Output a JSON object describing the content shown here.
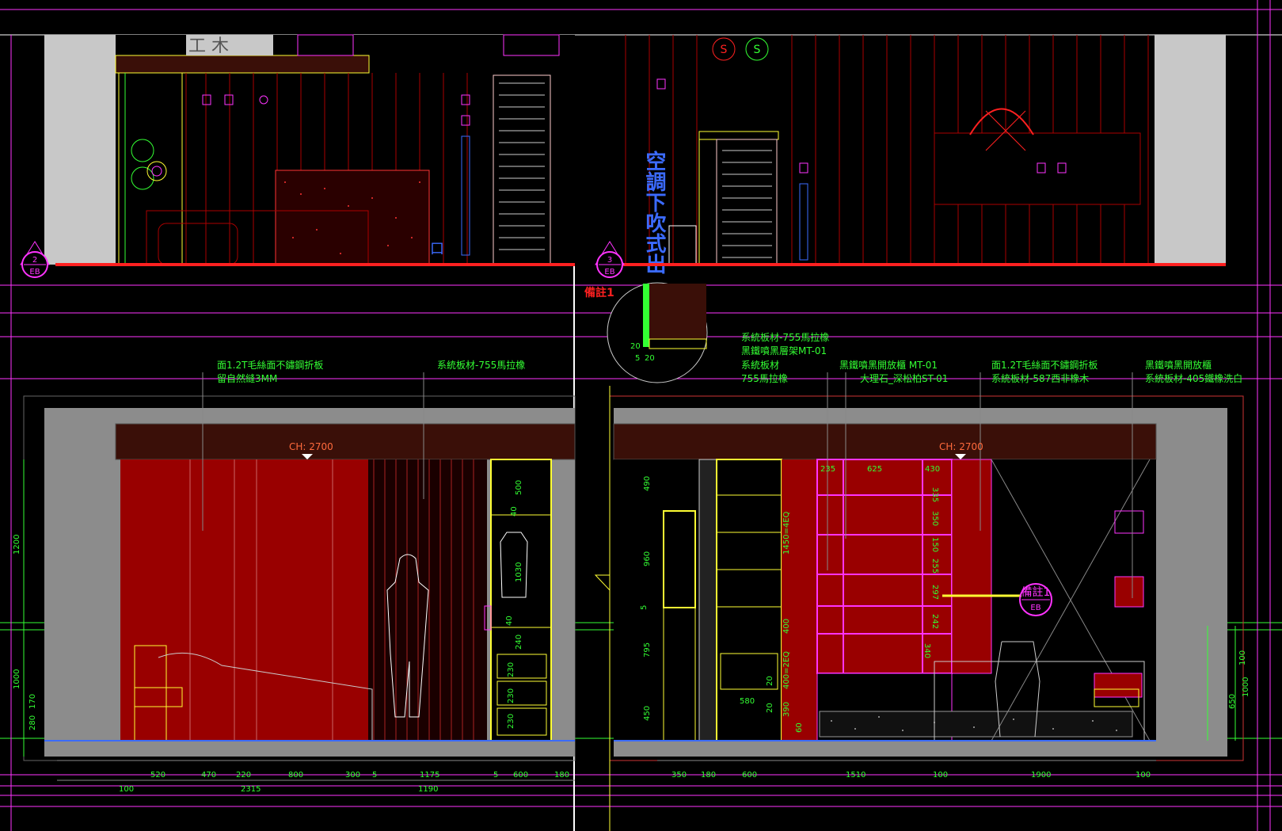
{
  "colors": {
    "background": "#000000",
    "wall_red": "#990000",
    "ceiling_brown": "#3a0f08",
    "grey_fill": "#8c8c8c",
    "light_grey": "#c8c8c8",
    "green": "#33ff33",
    "yellow": "#ffff33",
    "magenta": "#ff33ff",
    "cyan": "#33ffff",
    "red_line": "#ff2020",
    "blue_text": "#3b6bff",
    "white": "#ffffff"
  },
  "top_left": {
    "marker": {
      "num": "2",
      "code": "EB"
    },
    "top_text": "工 木",
    "side_text": "口"
  },
  "top_right": {
    "marker": {
      "num": "3",
      "code": "EB"
    },
    "vertical_text": "空調下吹式出",
    "s_labels": [
      "S",
      "S"
    ]
  },
  "left_elevation": {
    "annotations": [
      {
        "lines": [
          "面1.2T毛絲面不鏽鋼折板",
          "留自然縫3MM"
        ]
      },
      {
        "lines": [
          "系統板材-755馬拉橡"
        ]
      }
    ],
    "ch_label": "CH: 2700",
    "left_dims": [
      "1200",
      "1000",
      "280",
      "170"
    ],
    "wardrobe_dims": [
      "500",
      "40",
      "1030",
      "40",
      "240",
      "230",
      "230",
      "230"
    ],
    "bottom_dims_row1": [
      "520",
      "470",
      "220",
      "800",
      "300",
      "5",
      "1175",
      "5",
      "600",
      "180"
    ],
    "bottom_dims_row2": [
      "100",
      "2315",
      "1190"
    ]
  },
  "right_elevation": {
    "annotations": [
      {
        "lines": [
          "系統板材-755馬拉橡",
          "黑鐵噴黑層架MT-01"
        ]
      },
      {
        "lines": [
          "系統板材",
          "755馬拉橡"
        ]
      },
      {
        "lines": [
          "黑鐵噴黑開放櫃 MT-01",
          "大理石_深松柏ST-01"
        ]
      },
      {
        "lines": [
          "面1.2T毛絲面不鏽鋼折板",
          "系統板材-587西非橡木"
        ]
      },
      {
        "lines": [
          "黑鐵噴黑開放櫃",
          "系統板材-405鐵橡洗白"
        ]
      }
    ],
    "note_title": "備註1",
    "detail_dims": [
      "20",
      "5",
      "20"
    ],
    "ch_label": "CH: 2700",
    "callout": {
      "title": "備註1",
      "code": "EB"
    },
    "left_dims": [
      "490",
      "960",
      "5",
      "795",
      "450"
    ],
    "cabinet_dims": [
      "1450=4EQ",
      "400",
      "400=2EQ",
      "390",
      "60",
      "580",
      "20",
      "20"
    ],
    "shelf_dims_top": [
      "235",
      "625",
      "430"
    ],
    "shelf_dims_side": [
      "335",
      "350",
      "150",
      "255",
      "297",
      "242",
      "340"
    ],
    "right_dims": [
      "100",
      "1000",
      "650"
    ],
    "bottom_dims": [
      "350",
      "180",
      "600",
      "1510",
      "100",
      "1900",
      "100"
    ]
  }
}
